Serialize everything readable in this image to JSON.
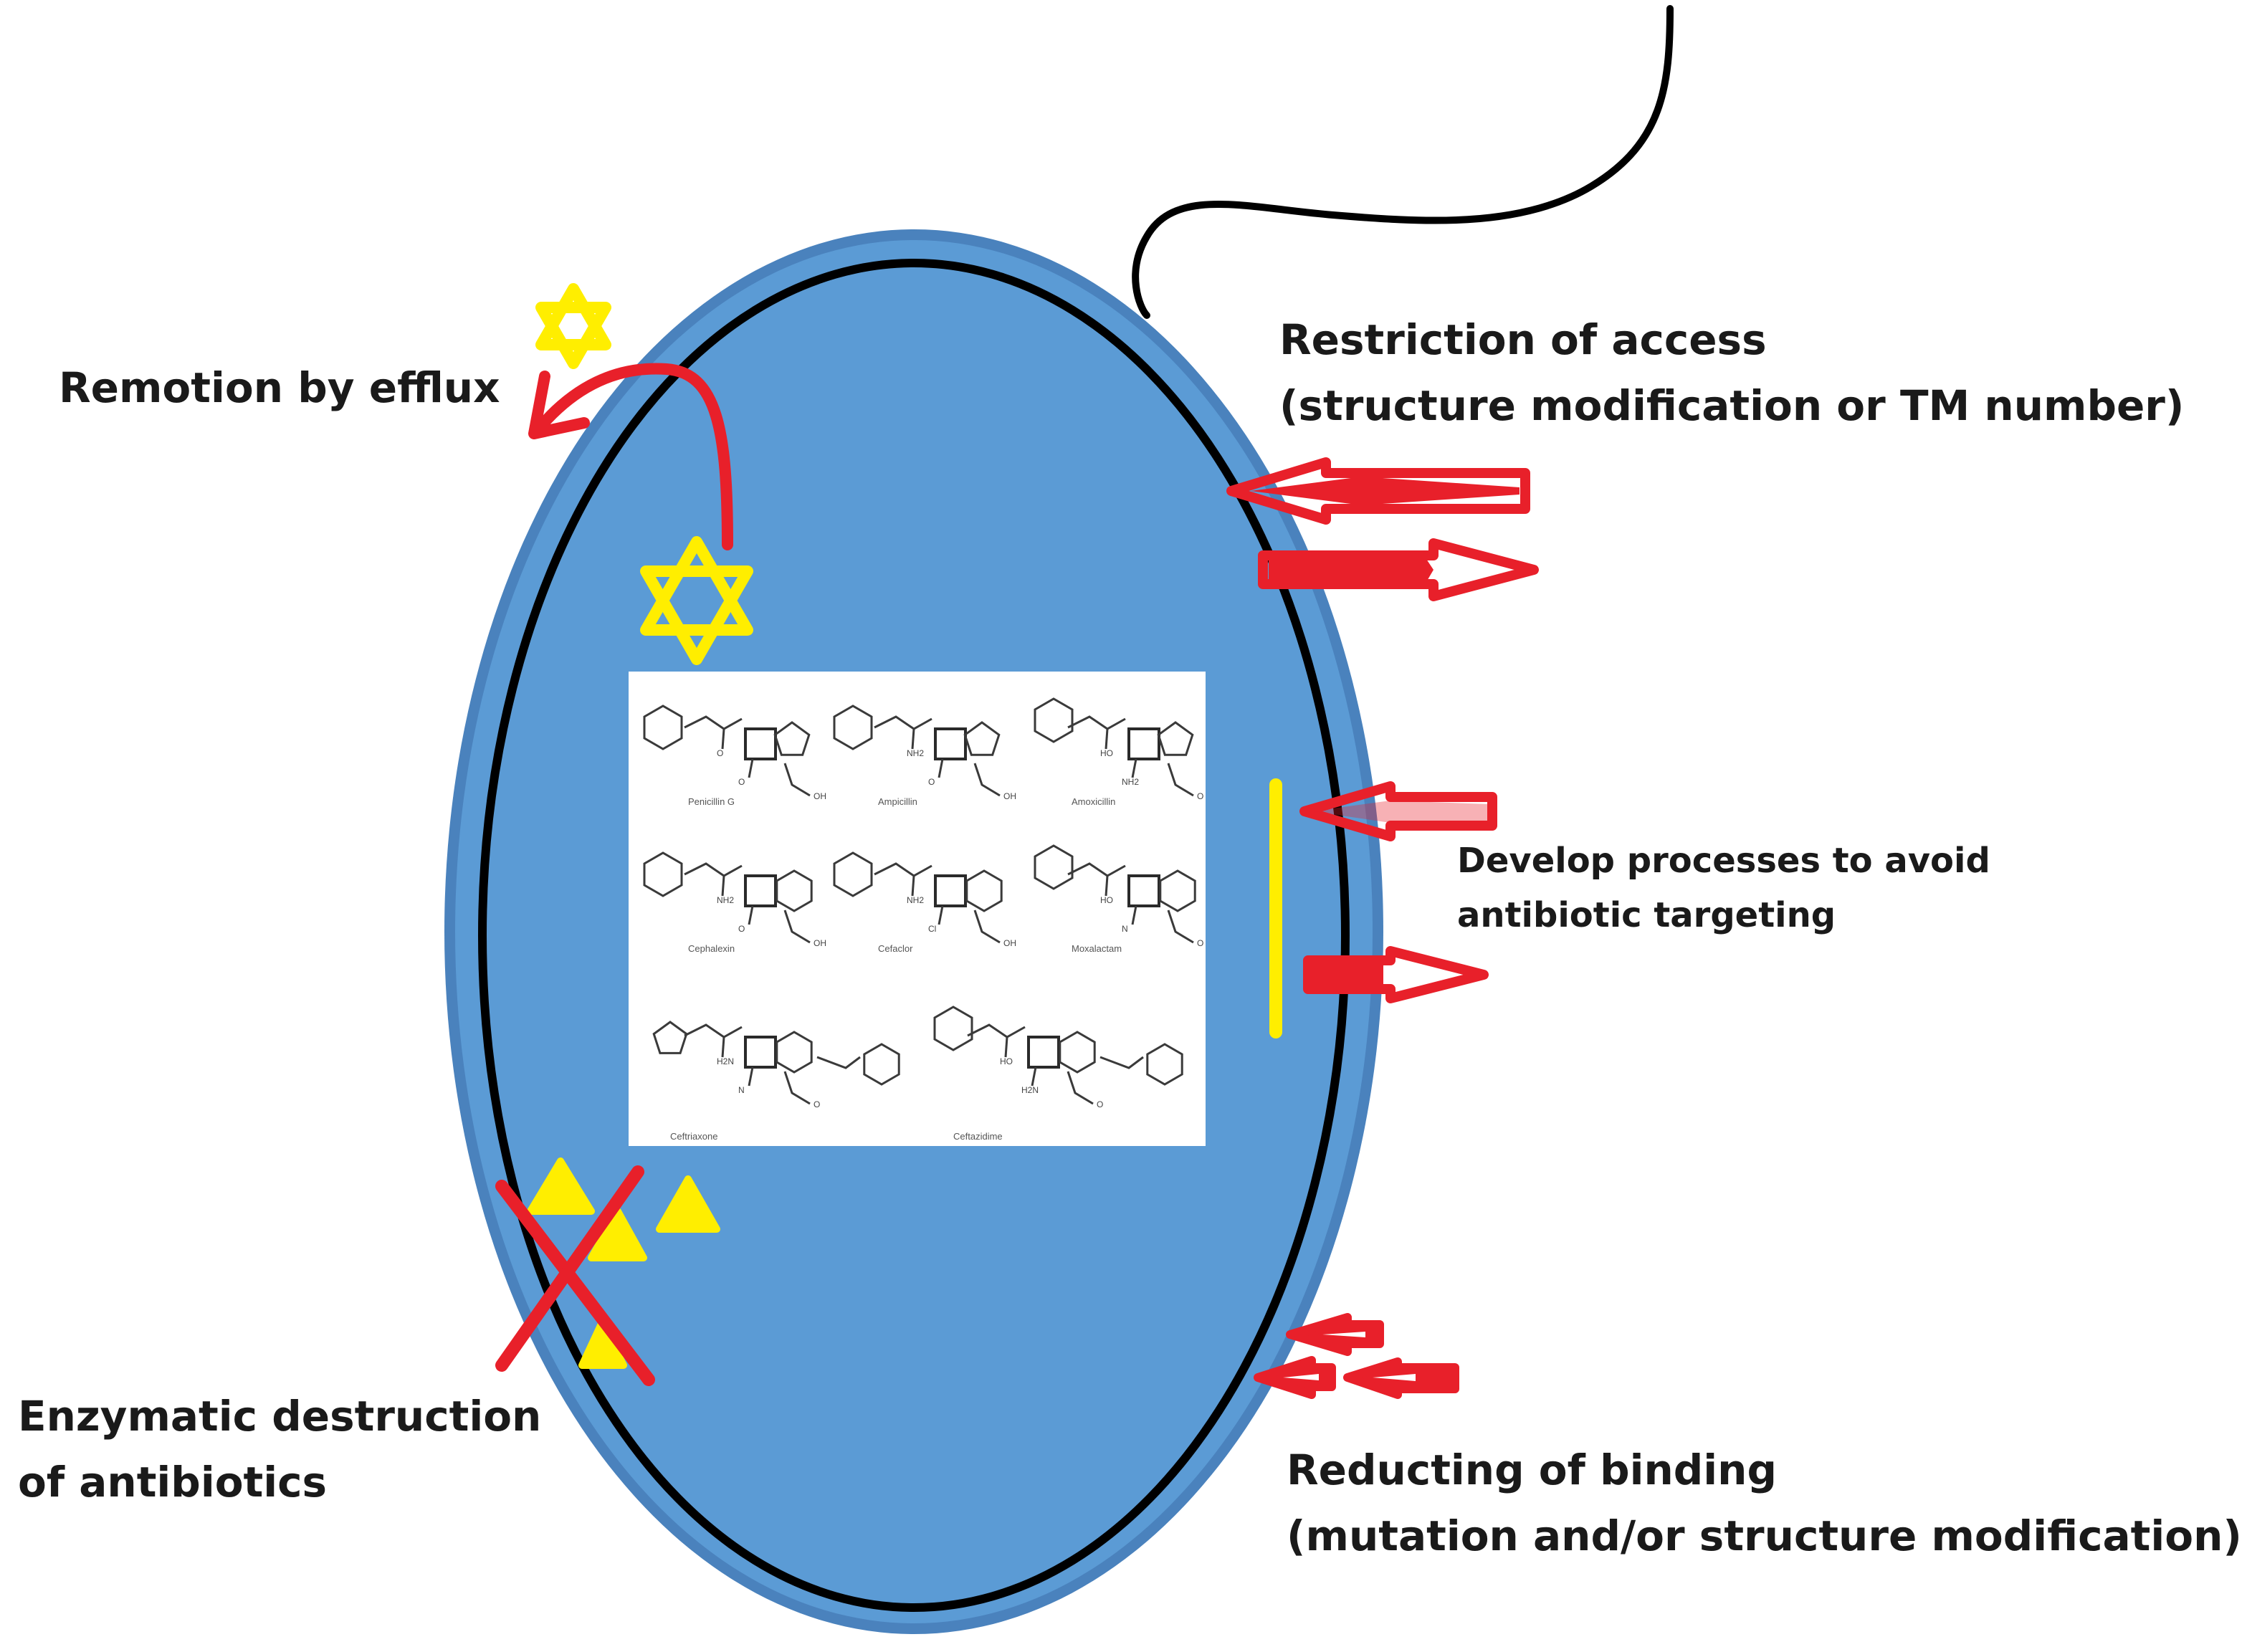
{
  "colors": {
    "cell_fill": "#5b9bd5",
    "cell_wall": "#4a82bd",
    "membrane": "#000000",
    "arrow_red": "#e8202a",
    "antibiotic_yellow": "#ffee00",
    "panel_bg": "#ffffff"
  },
  "labels": {
    "efflux": "Remotion by efflux",
    "access": [
      "Restriction of access",
      "(structure modification or TM number)"
    ],
    "targeting": [
      "Develop processes to avoid",
      "antibiotic targeting"
    ],
    "enzymatic": [
      "Enzymatic destruction",
      "of antibiotics"
    ],
    "binding": [
      "Reducting of binding",
      "(mutation and/or structure modification)"
    ]
  },
  "molecules": [
    {
      "name": "Penicillin G",
      "atoms": [
        "O",
        "O",
        "OH"
      ]
    },
    {
      "name": "Ampicillin",
      "atoms": [
        "NH2",
        "O",
        "OH"
      ]
    },
    {
      "name": "Amoxicillin",
      "atoms": [
        "HO",
        "NH2",
        "O"
      ]
    },
    {
      "name": "Cephalexin",
      "atoms": [
        "NH2",
        "O",
        "OH"
      ]
    },
    {
      "name": "Cefaclor",
      "atoms": [
        "NH2",
        "Cl",
        "OH"
      ]
    },
    {
      "name": "Moxalactam",
      "atoms": [
        "HO",
        "N",
        "O"
      ]
    },
    {
      "name": "Ceftriaxone",
      "atoms": [
        "H2N",
        "N",
        "O"
      ]
    },
    {
      "name": "Ceftazidime",
      "atoms": [
        "HO",
        "H2N",
        "O"
      ]
    }
  ],
  "icons": {
    "flagellum": "flagellum-line",
    "efflux_arrow": "curved-efflux-arrow-icon",
    "antibiotic": "hexagram-star-icon",
    "enzyme_cross": "red-x-icon",
    "fragments": "triangle-fragment-icon",
    "access_arrows": "block-arrow-icon",
    "target_bar": "yellow-target-bar"
  }
}
